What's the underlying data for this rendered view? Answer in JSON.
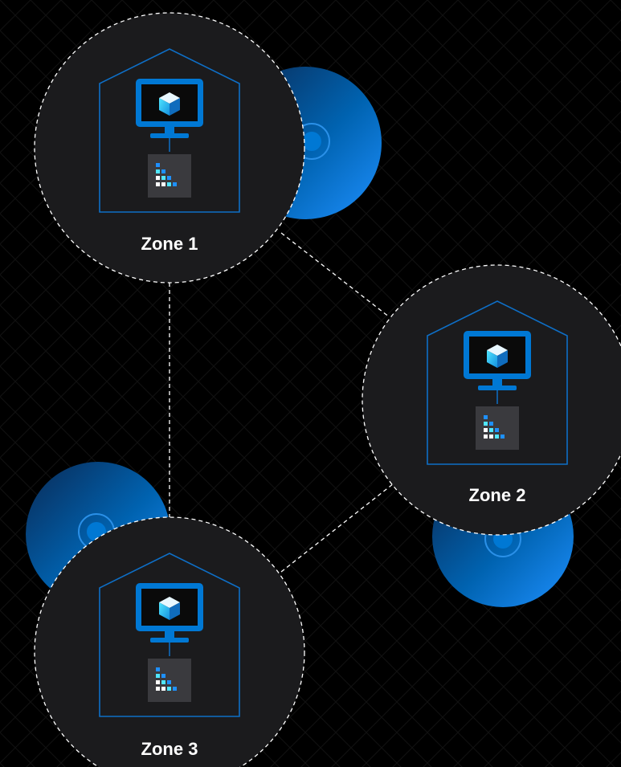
{
  "zones": [
    {
      "label": "Zone 1"
    },
    {
      "label": "Zone 2"
    },
    {
      "label": "Zone 3"
    }
  ],
  "colors": {
    "background": "#000000",
    "zone_fill": "#1b1b1d",
    "accent_blue": "#0078d4",
    "light_blue": "#50e6ff",
    "dashed_line": "#ffffff"
  }
}
